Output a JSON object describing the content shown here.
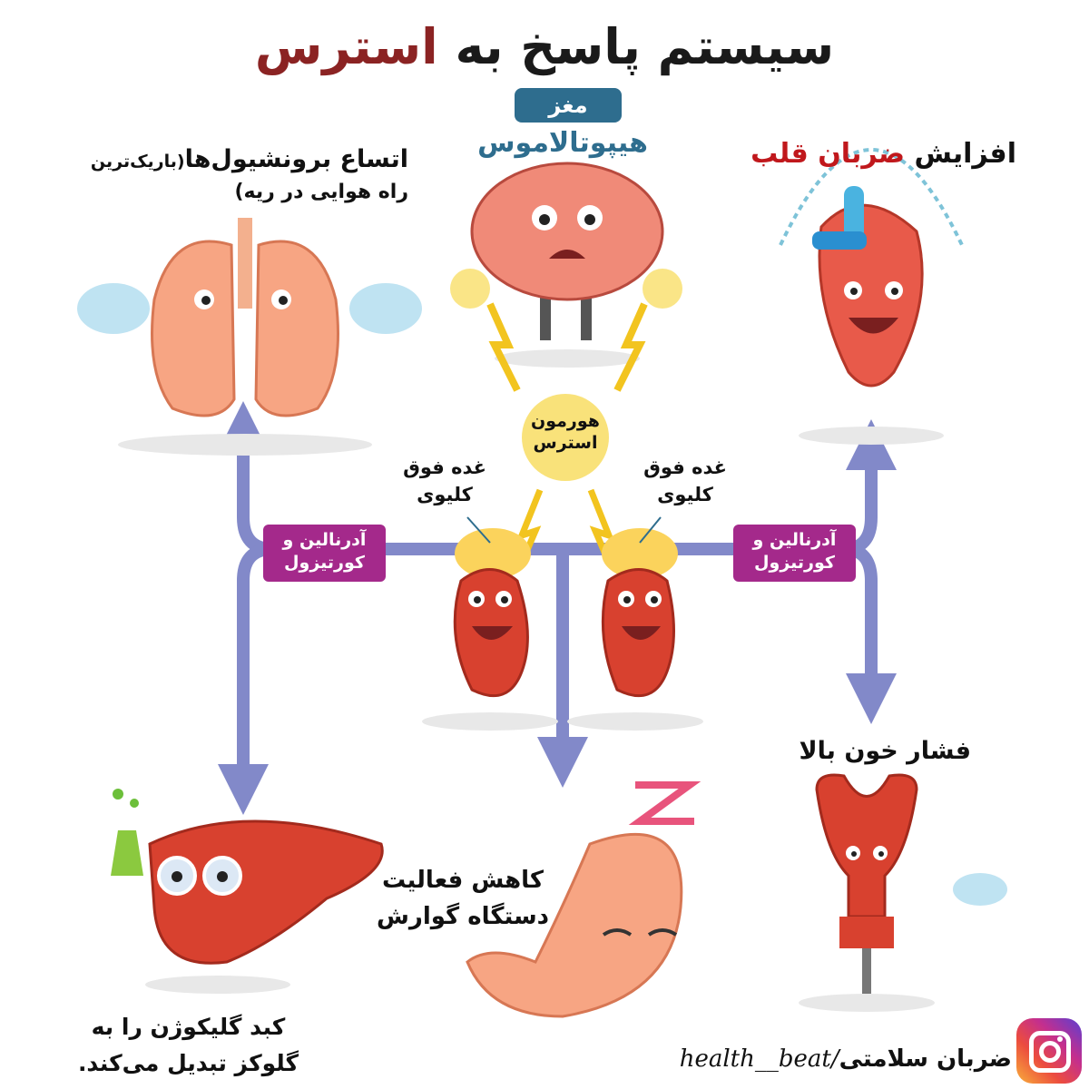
{
  "title": {
    "main": "سیستم پاسخ به ",
    "accent": "استرس"
  },
  "brain": {
    "badge": "مغز",
    "sub": "هیپوتالاموس"
  },
  "lungs": {
    "line1_main": "اتساع برونشیول‌ها",
    "line1_small": "(باریک‌ترین",
    "line2": "راه هوایی در ریه)"
  },
  "heart": {
    "part1": "افزایش ",
    "part2": "ضربان",
    "part3": " قلب"
  },
  "hormone_sun": {
    "line1": "هورمون",
    "line2": "استرس"
  },
  "adrenal_left": {
    "line1": "غده فوق",
    "line2": "کلیوی"
  },
  "adrenal_right": {
    "line1": "غده فوق",
    "line2": "کلیوی"
  },
  "hormone_left": {
    "line1": "آدرنالین و",
    "line2": "کورتیزول"
  },
  "hormone_right": {
    "line1": "آدرنالین و",
    "line2": "کورتیزول"
  },
  "blood_pressure": {
    "label": "فشار خون بالا"
  },
  "digestion": {
    "line1": "کاهش فعالیت",
    "line2": "دستگاه گوارش"
  },
  "liver": {
    "line1": "کبد گلیکوژن را به",
    "line2": "گلوکز تبدیل می‌کند."
  },
  "footer": {
    "brand": "ضربان سلامتی",
    "handle": "health__beat/"
  },
  "colors": {
    "pathway": "#8289c9",
    "hormone_box": "#a4298b",
    "brain_badge": "#2e6d8e",
    "accent": "#8b2323",
    "highlight": "#c0181c"
  },
  "icons": [
    "lungs-icon",
    "brain-icon",
    "heart-icon",
    "kidney-icon",
    "liver-icon",
    "stomach-icon",
    "artery-icon",
    "sun-icon",
    "instagram-icon"
  ]
}
